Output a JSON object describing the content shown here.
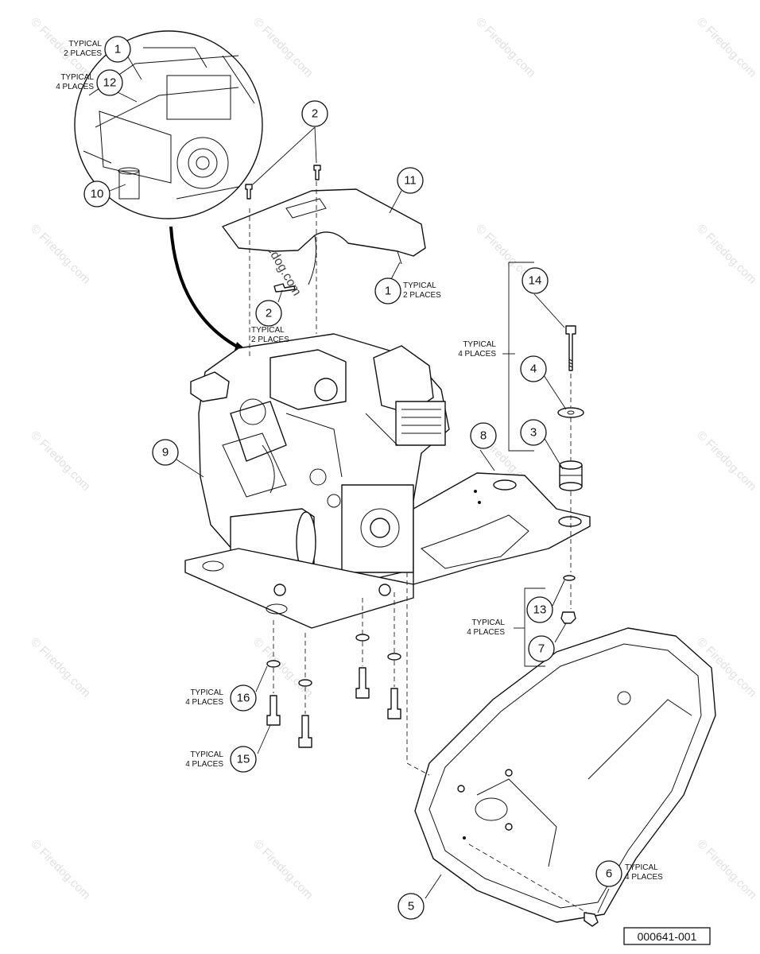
{
  "watermark": {
    "text": "© Firedog.com"
  },
  "reference_number": "000641-001",
  "notes": {
    "n1_top": [
      "TYPICAL",
      "2 PLACES"
    ],
    "n12_top": [
      "TYPICAL",
      "4 PLACES"
    ],
    "n2_mid": [
      "TYPICAL",
      "2 PLACES"
    ],
    "n1_right": [
      "TYPICAL",
      "2 PLACES"
    ],
    "n_mount": [
      "TYPICAL",
      "4 PLACES"
    ],
    "n13_7": [
      "TYPICAL",
      "4 PLACES"
    ],
    "n16": [
      "TYPICAL",
      "4 PLACES"
    ],
    "n15": [
      "TYPICAL",
      "4 PLACES"
    ],
    "n6": [
      "TYPICAL",
      "4 PLACES"
    ]
  },
  "callouts": {
    "c1_top": "1",
    "c12": "12",
    "c10": "10",
    "c2_top": "2",
    "c11": "11",
    "c1_right": "1",
    "c2_mid": "2",
    "c14": "14",
    "c4": "4",
    "c3": "3",
    "c8": "8",
    "c9": "9",
    "c13": "13",
    "c7": "7",
    "c16": "16",
    "c15": "15",
    "c5": "5",
    "c6": "6"
  }
}
